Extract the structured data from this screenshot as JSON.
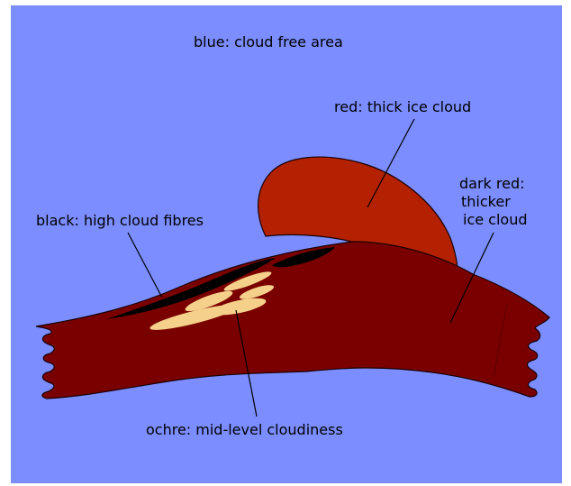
{
  "labels": {
    "cloud_free": "blue: cloud free area",
    "thick_ice": "red: thick ice cloud",
    "thicker_ice": [
      "dark red:",
      "thicker",
      "ice cloud"
    ],
    "high_fibres": "black: high cloud fibres",
    "mid_level": "ochre: mid-level cloudiness"
  },
  "colors": {
    "cloud_free_area": "#7b8dff",
    "thick_ice_cloud": "#b32100",
    "thicker_ice_cloud": "#7a0000",
    "high_cloud_fibres": "#000000",
    "mid_level_cloudiness": "#f5d08a",
    "outline": "#1a0000",
    "leader_line": "#000000"
  }
}
